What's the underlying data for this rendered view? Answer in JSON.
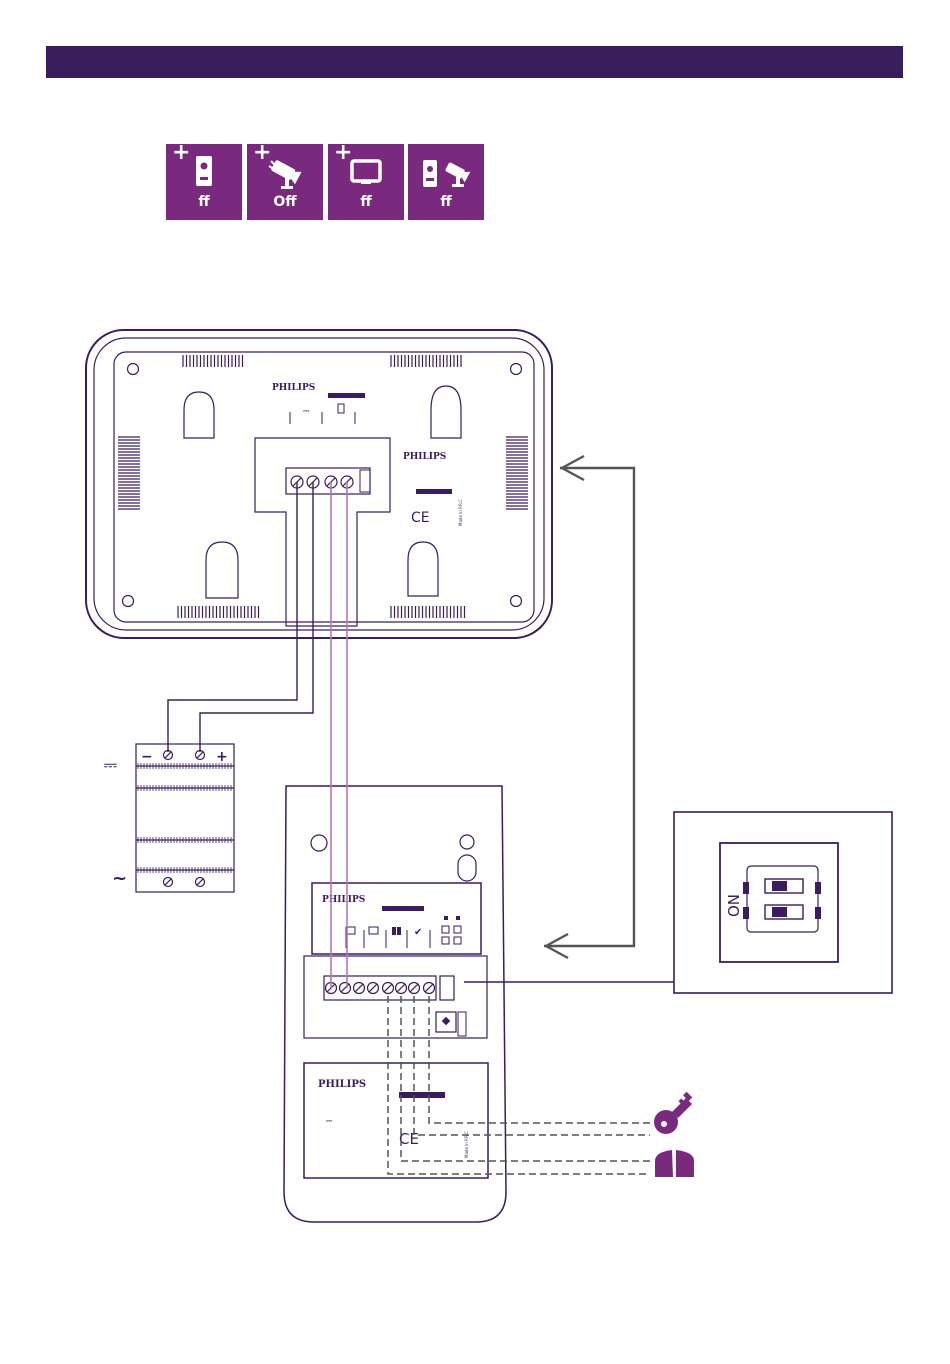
{
  "header": {
    "banner_color": "#3a1d5c"
  },
  "modes": [
    {
      "icon": "door-station-icon",
      "label": "ff"
    },
    {
      "icon": "camera-icon",
      "label": "Off"
    },
    {
      "icon": "monitor-icon",
      "label": "ff"
    },
    {
      "icon": "door-station-camera-icon",
      "label": "ff"
    }
  ],
  "labels": {
    "plus": "+",
    "brand": "PHILIPS",
    "dc_symbol": "⎓",
    "ac_symbol": "~",
    "psu_minus": "−",
    "psu_plus": "+",
    "dip_on": "ON",
    "ce_mark": "CE",
    "made_in": "Made in P.R.C"
  },
  "colors": {
    "accent": "#7a2a7e",
    "outline": "#3a1d5c",
    "wire": "#b478b9",
    "grey_line": "#555555"
  }
}
